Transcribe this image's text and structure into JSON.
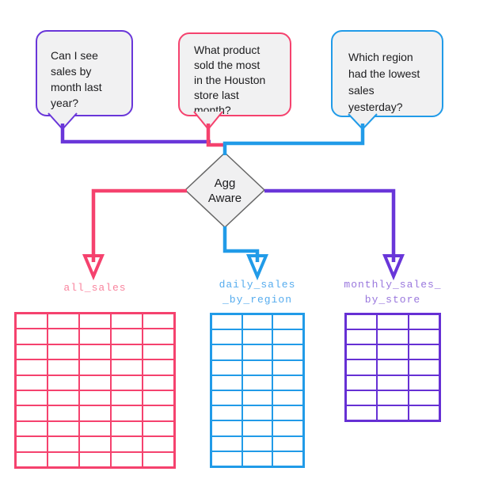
{
  "colors": {
    "purple": "#6936d9",
    "pink": "#f5426e",
    "blue": "#219be8",
    "label_pink": "#f9849e",
    "label_blue": "#56acee",
    "label_purple": "#9977dd",
    "bubble_fill": "#f1f1f2",
    "diamond_fill": "#f0f0f1",
    "diamond_border": "#666666",
    "text": "#1c1c1e",
    "background": "#ffffff",
    "white": "#ffffff"
  },
  "bubbles": [
    {
      "text": "Can I see\nsales by\nmonth last\nyear?"
    },
    {
      "text": "What product\nsold the most\nin the Houston\nstore last\nmonth?"
    },
    {
      "text": "Which region\nhad the lowest\nsales\nyesterday?"
    }
  ],
  "decision": {
    "label": "Agg\nAware"
  },
  "tables": [
    {
      "name": "all_sales",
      "grid": {
        "rows": 10,
        "cols": 5
      }
    },
    {
      "name": "daily_sales\n_by_region",
      "grid": {
        "rows": 10,
        "cols": 3
      }
    },
    {
      "name": "monthly_sales_\nby_store",
      "grid": {
        "rows": 7,
        "cols": 3
      }
    }
  ]
}
